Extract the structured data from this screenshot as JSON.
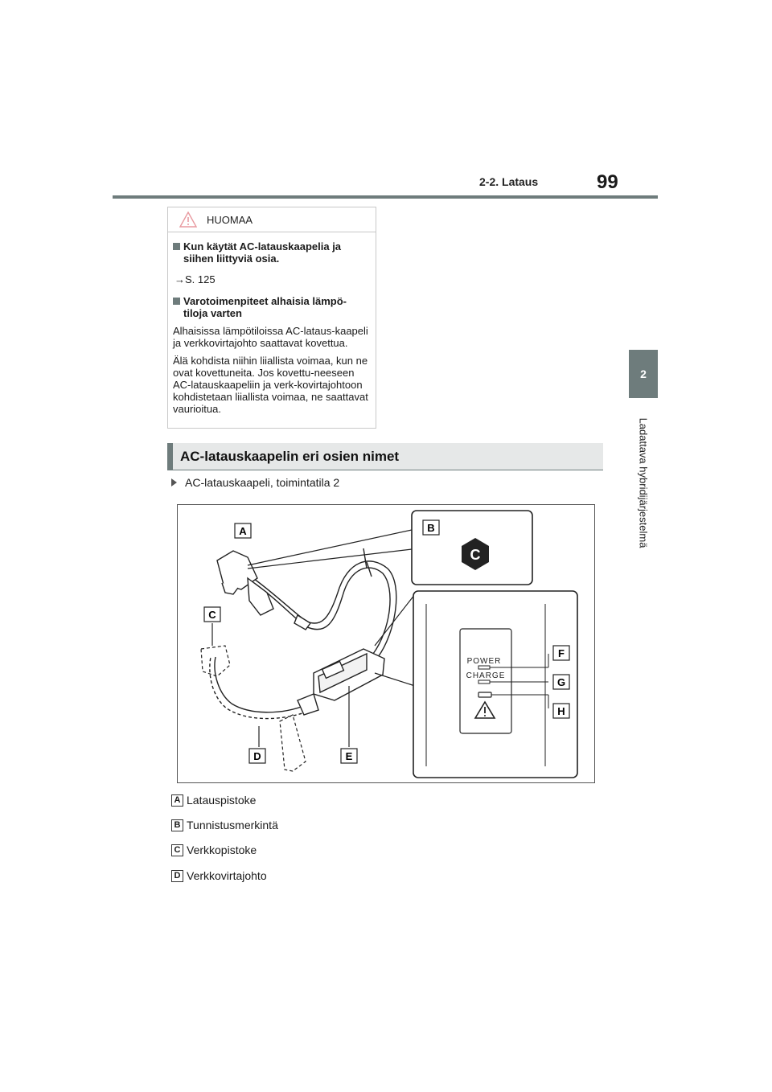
{
  "header": {
    "section": "2-2. Lataus",
    "page_number": "99"
  },
  "side_tab": {
    "chapter": "2",
    "title": "Ladattava hybridijärjestelmä"
  },
  "notice": {
    "title": "HUOMAA",
    "items": [
      {
        "heading": "Kun käytät AC-latauskaapelia ja siihen liittyviä osia.",
        "paragraphs": [
          "→S. 125"
        ]
      },
      {
        "heading": "Varotoimenpiteet alhaisia lämpö-tiloja varten",
        "paragraphs": [
          "Alhaisissa lämpötiloissa AC-lataus-kaapeli ja verkkovirtajohto saattavat kovettua.",
          "Älä kohdista niihin liiallista voimaa, kun ne ovat kovettuneita. Jos kovettu-neeseen AC-latauskaapeliin ja verk-kovirtajohtoon kohdistetaan liiallista voimaa, ne saattavat vaurioitua."
        ]
      }
    ]
  },
  "section": {
    "title": "AC-latauskaapelin eri osien nimet",
    "subtitle": "AC-latauskaapeli, toimintatila 2"
  },
  "figure": {
    "callouts": [
      "A",
      "B",
      "C",
      "D",
      "E",
      "F",
      "G",
      "H"
    ],
    "marking_symbol": "C",
    "indicator_labels": [
      "POWER",
      "CHARGE"
    ],
    "colors": {
      "line": "#222222",
      "warning_icon": "#e89aa0",
      "accent": "#6e7c7c"
    }
  },
  "legend": [
    {
      "key": "A",
      "label": "Latauspistoke"
    },
    {
      "key": "B",
      "label": "Tunnistusmerkintä"
    },
    {
      "key": "C",
      "label": "Verkkopistoke"
    },
    {
      "key": "D",
      "label": "Verkkovirtajohto"
    }
  ]
}
